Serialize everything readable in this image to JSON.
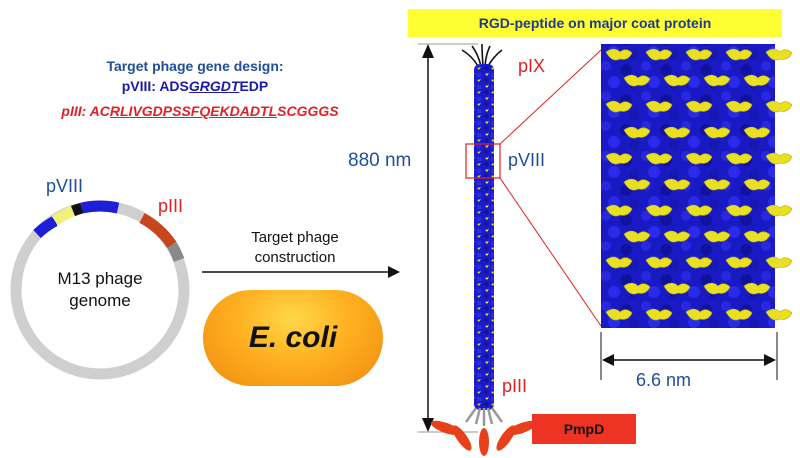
{
  "design": {
    "title": "Target phage gene design:",
    "pviii_prefix": "pVIII: ADS",
    "pviii_insert": "GRGDT",
    "pviii_suffix": "EDP",
    "piii_prefix": "pIII: AC",
    "piii_insert": "RLIVGDPSSFQEKDADTL",
    "piii_suffix": "SCGGGS"
  },
  "plasmid": {
    "label_line1": "M13 phage",
    "label_line2": "genome",
    "pviii_label": "pVIII",
    "piii_label": "pIII"
  },
  "arrow": {
    "line1": "Target phage",
    "line2": "construction"
  },
  "ecoli": {
    "label": "E. coli"
  },
  "phage": {
    "banner": "RGD-peptide on major coat protein",
    "length_label": "880 nm",
    "pix_label": "pIX",
    "pviii_label": "pVIII",
    "piii_label": "pIII",
    "pmpd_label": "PmpD",
    "width_label": "6.6 nm"
  },
  "colors": {
    "coat_blue": "#1e1ed6",
    "rgd_yellow": "#e8e020",
    "piii_red": "#e8401a",
    "label_blue": "#1f4e9a",
    "label_red": "#e31f26"
  }
}
